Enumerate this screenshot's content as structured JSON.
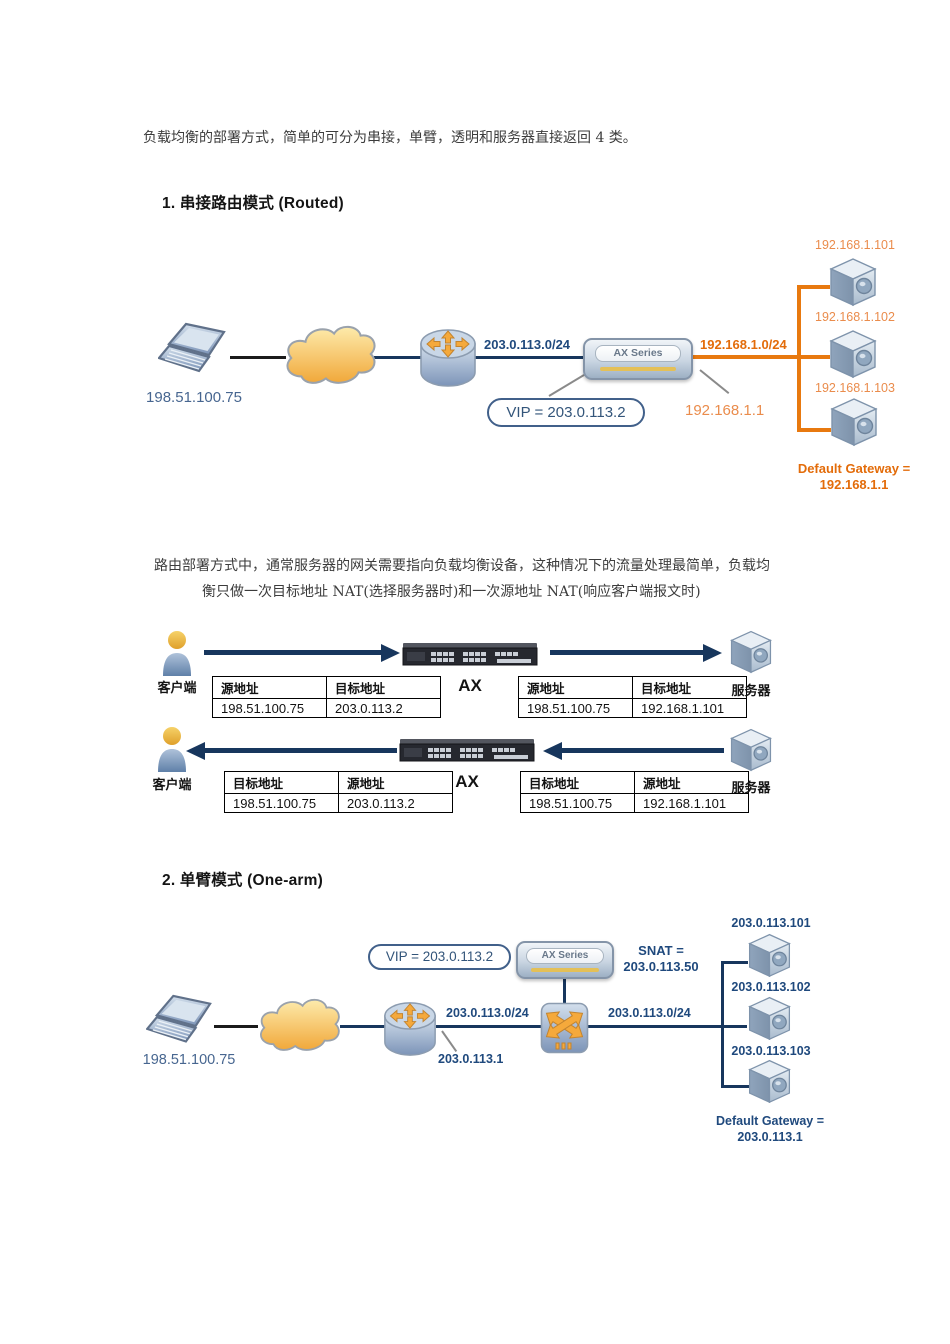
{
  "page": {
    "intro": "负载均衡的部署方式，简单的可分为串接，单臂，透明和服务器直接返回 4 类。",
    "section1_heading": "1. 串接路由模式 (Routed)",
    "para_routed_line1": "路由部署方式中，通常服务器的网关需要指向负载均衡设备，这种情况下的流量处理最简单，负载均",
    "para_routed_line2": "衡只做一次目标地址 NAT(选择服务器时)和一次源地址 NAT(响应客户端报文时)",
    "section2_heading": "2. 单臂模式 (One-arm)"
  },
  "diagram_routed": {
    "client_ip": "198.51.100.75",
    "left_subnet": "203.0.113.0/24",
    "appliance_label": "AX Series",
    "right_subnet": "192.168.1.0/24",
    "vip": "VIP = 203.0.113.2",
    "gateway_ip": "192.168.1.1",
    "servers": [
      "192.168.1.101",
      "192.168.1.102",
      "192.168.1.103"
    ],
    "default_gateway_line1": "Default Gateway =",
    "default_gateway_line2": "192.168.1.1"
  },
  "flows": {
    "client_label": "客户端",
    "server_label": "服务器",
    "ax_label": "AX",
    "request": {
      "left_table": {
        "headers": [
          "源地址",
          "目标地址"
        ],
        "values": [
          "198.51.100.75",
          "203.0.113.2"
        ]
      },
      "right_table": {
        "headers": [
          "源地址",
          "目标地址"
        ],
        "values": [
          "198.51.100.75",
          "192.168.1.101"
        ]
      }
    },
    "response": {
      "left_table": {
        "headers": [
          "目标地址",
          "源地址"
        ],
        "values": [
          "198.51.100.75",
          "203.0.113.2"
        ]
      },
      "right_table": {
        "headers": [
          "目标地址",
          "源地址"
        ],
        "values": [
          "198.51.100.75",
          "192.168.1.101"
        ]
      }
    }
  },
  "diagram_onearm": {
    "vip": "VIP = 203.0.113.2",
    "appliance_label": "AX Series",
    "snat_line1": "SNAT =",
    "snat_line2": "203.0.113.50",
    "client_ip": "198.51.100.75",
    "subnet_left": "203.0.113.0/24",
    "subnet_right": "203.0.113.0/24",
    "router_ip": "203.0.113.1",
    "servers": [
      "203.0.113.101",
      "203.0.113.102",
      "203.0.113.103"
    ],
    "default_gateway_line1": "Default Gateway =",
    "default_gateway_line2": "203.0.113.1"
  },
  "colors": {
    "navy": "#1F497D",
    "navy_line": "#17365D",
    "orange": "#E36C0A",
    "orange_light": "#EA8C4C",
    "red": "#E01A22"
  }
}
